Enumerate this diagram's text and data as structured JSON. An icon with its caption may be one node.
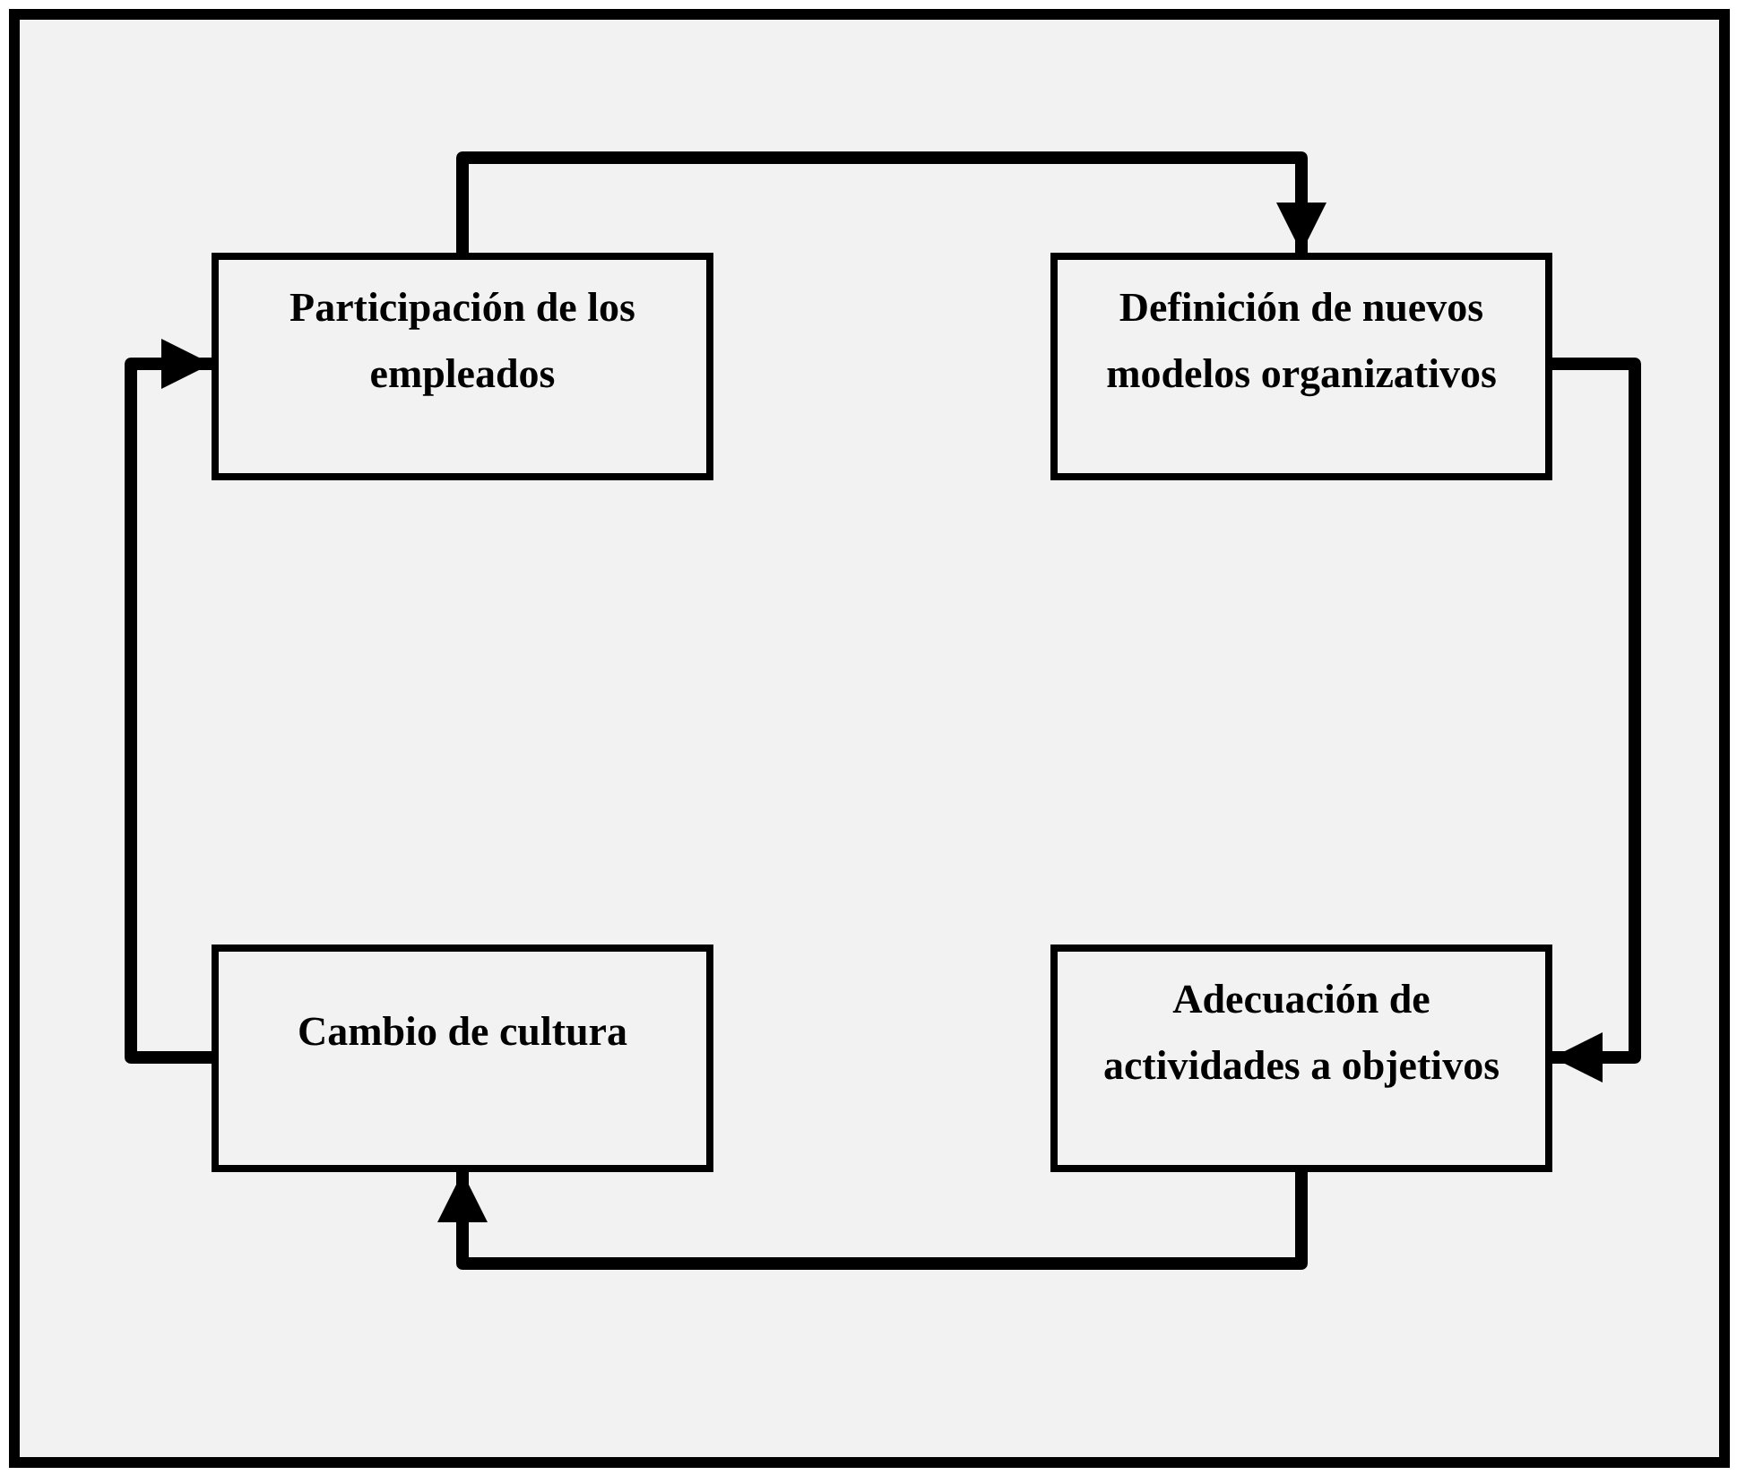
{
  "diagram": {
    "nodes": [
      {
        "text": [
          "Participación de los empleados"
        ]
      },
      {
        "text": [
          "Definición de nuevos modelos organizativos"
        ]
      },
      {
        "text": [
          "Adecuación de actividades a objetivos"
        ]
      },
      {
        "text": [
          "Cambio de cultura"
        ]
      }
    ],
    "edges": [
      {
        "from": 0,
        "to": 1,
        "arrow": "to"
      },
      {
        "from": 1,
        "to": 2,
        "arrow": "to"
      },
      {
        "from": 2,
        "to": 3,
        "arrow": "to"
      },
      {
        "from": 3,
        "to": 0,
        "arrow": "to"
      }
    ]
  }
}
